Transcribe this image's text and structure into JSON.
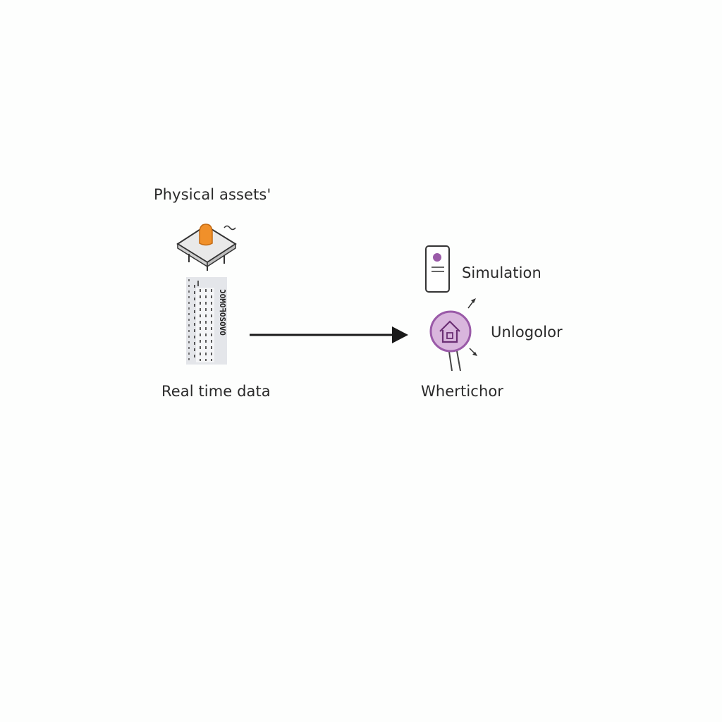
{
  "labels": {
    "physical_assets": "Physical assets'",
    "real_time_data": "Real time data",
    "simulation": "Simulation",
    "unlogolor": "Unlogolor",
    "whertichor": "Whertichor"
  },
  "data_strip": {
    "vertical_text": "ƆOMOꟻOSOVO"
  },
  "colors": {
    "accent_orange": "#f0902a",
    "accent_purple": "#9a5aa8",
    "purple_fill": "#d9b6dd",
    "arrow": "#1a1a1a",
    "outline": "#333333"
  }
}
